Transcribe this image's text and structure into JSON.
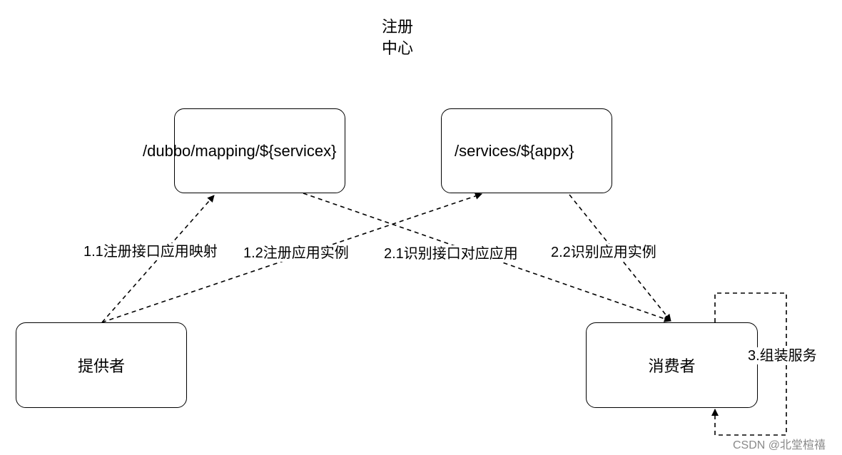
{
  "registry_title": [
    "注册",
    "中心"
  ],
  "nodes": {
    "mapping": "/dubbo/mapping/${servicex}",
    "services": "/services/${appx}",
    "provider": "提供者",
    "consumer": "消费者"
  },
  "edges": {
    "e11": "1.1注册接口应用映射",
    "e12": "1.2注册应用实例",
    "e21": "2.1识别接口对应应用",
    "e22": "2.2识别应用实例",
    "e3": "3.组装服务"
  },
  "watermark": "CSDN @北堂楦禧"
}
